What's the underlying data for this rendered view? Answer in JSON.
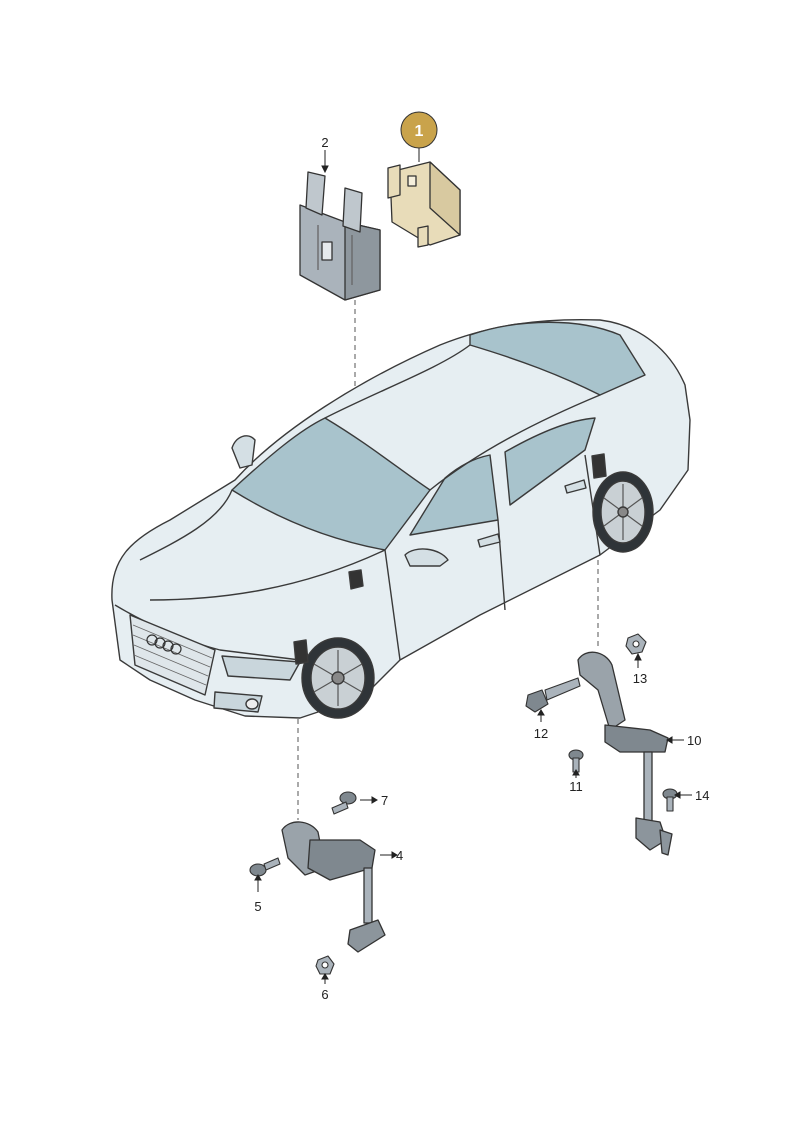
{
  "diagram": {
    "callouts": {
      "c1": "1",
      "c2": "2",
      "c4": "4",
      "c5": "5",
      "c6": "6",
      "c7": "7",
      "c10": "10",
      "c11": "11",
      "c12": "12",
      "c13": "13",
      "c14": "14"
    },
    "colors": {
      "highlight_part": "#e8dcb9",
      "highlight_badge": "#c9a34b",
      "car_body": "#e6eef2",
      "car_glass": "#a8c3cc",
      "part_gray": "#aab3bb",
      "line": "#3a3a3a"
    }
  }
}
